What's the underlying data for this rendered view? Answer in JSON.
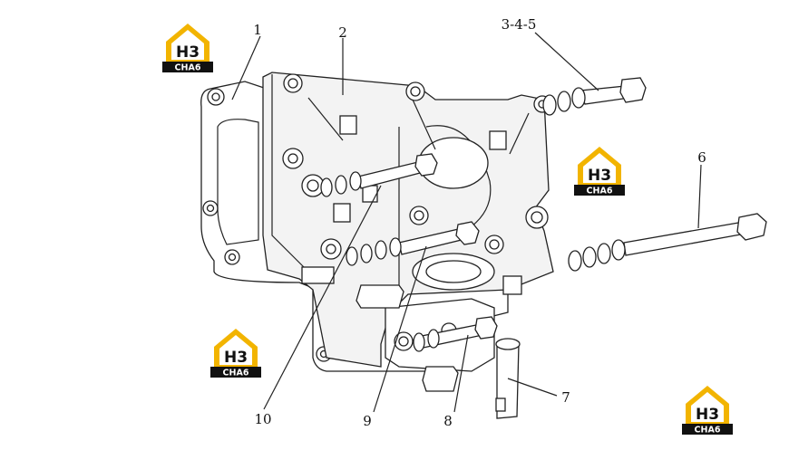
{
  "callouts": [
    {
      "id": "1",
      "label": "1"
    },
    {
      "id": "2",
      "label": "2"
    },
    {
      "id": "3",
      "label": "3-4-5"
    },
    {
      "id": "6",
      "label": "6"
    },
    {
      "id": "7",
      "label": "7"
    },
    {
      "id": "8",
      "label": "8"
    },
    {
      "id": "9",
      "label": "9"
    },
    {
      "id": "10",
      "label": "10"
    }
  ],
  "watermark": {
    "glyph": "H3",
    "text": "CHA6",
    "colors": {
      "yellow": "#f2b400",
      "black": "#111111"
    }
  }
}
